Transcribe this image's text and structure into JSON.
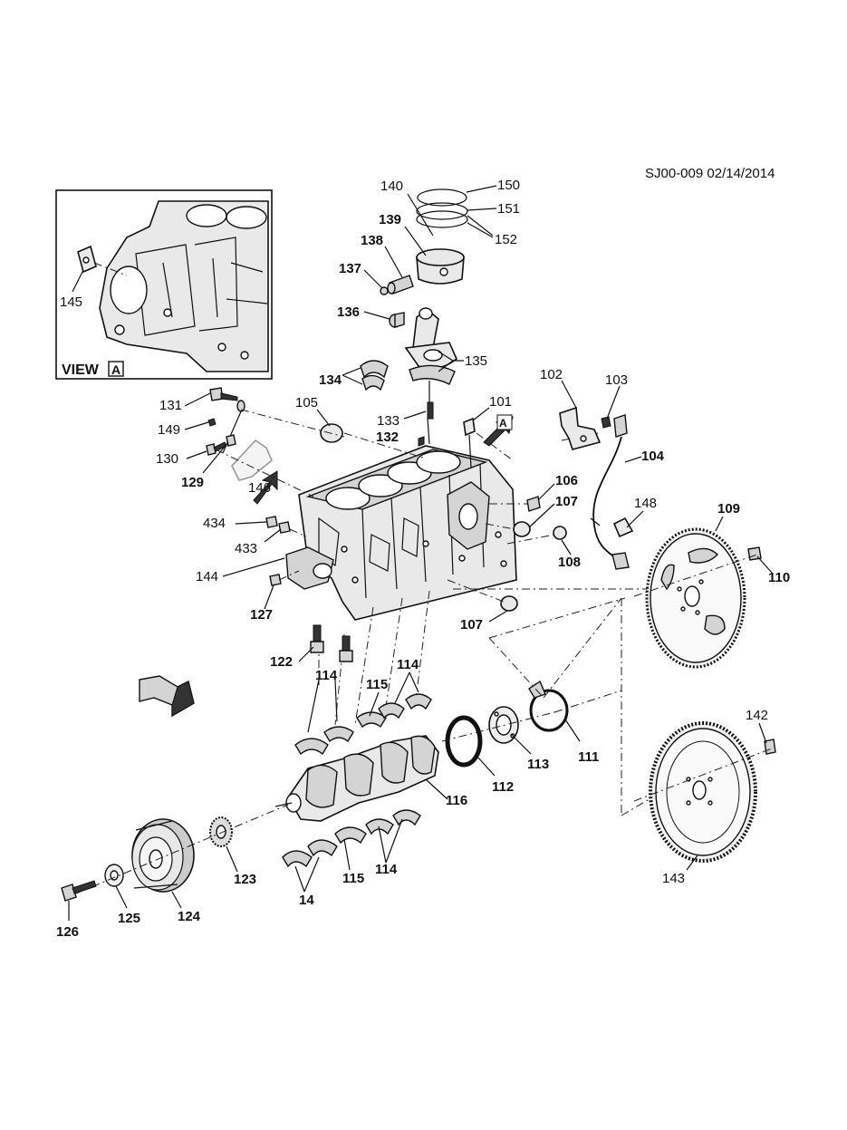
{
  "header": {
    "doc_id": "SJ00-009 02/14/2014"
  },
  "inset": {
    "view_text": "VIEW",
    "view_letter": "A",
    "label_145": "145"
  },
  "view_marker": "A",
  "labels": {
    "p150": "150",
    "p140": "140",
    "p151": "151",
    "p139": "139",
    "p152": "152",
    "p138": "138",
    "p137": "137",
    "p136": "136",
    "p135": "135",
    "p134": "134",
    "p102": "102",
    "p103": "103",
    "p131": "131",
    "p105": "105",
    "p101": "101",
    "p133": "133",
    "p149": "149",
    "p132": "132",
    "p104": "104",
    "p130": "130",
    "p129": "129",
    "p106": "106",
    "p146": "146",
    "p107a": "107",
    "p148": "148",
    "p109": "109",
    "p434": "434",
    "p433": "433",
    "p108": "108",
    "p110": "110",
    "p144": "144",
    "p127": "127",
    "p107b": "107",
    "p122": "122",
    "p114a": "114",
    "p114b": "114",
    "p115a": "115",
    "p111": "111",
    "p113": "113",
    "p142": "142",
    "p112": "112",
    "p116": "116",
    "p123": "123",
    "p115b": "115",
    "p114c": "114",
    "p143": "143",
    "p125": "125",
    "p124": "124",
    "p14": "14",
    "p126": "126"
  }
}
